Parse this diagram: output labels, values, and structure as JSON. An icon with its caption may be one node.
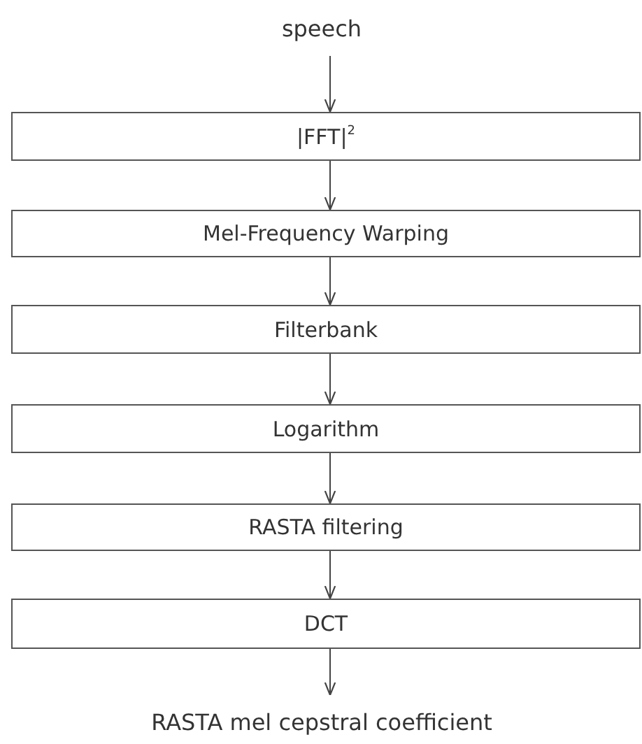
{
  "diagram": {
    "nodes": [
      {
        "text": [
          "speech"
        ]
      },
      {
        "text": [
          "|FFT|$^{2}$"
        ]
      },
      {
        "text": [
          "Mel-Frequency Warping"
        ]
      },
      {
        "text": [
          "Filterbank"
        ]
      },
      {
        "text": [
          "Logarithm"
        ]
      },
      {
        "text": [
          "RASTA filtering"
        ]
      },
      {
        "text": [
          "DCT"
        ]
      },
      {
        "text": [
          "RASTA mel cepstral coefficient"
        ]
      }
    ],
    "edges": [
      {
        "from": 0,
        "to": 1,
        "arrow": "to"
      },
      {
        "from": 1,
        "to": 2,
        "arrow": "to"
      },
      {
        "from": 2,
        "to": 3,
        "arrow": "to"
      },
      {
        "from": 3,
        "to": 4,
        "arrow": "to"
      },
      {
        "from": 4,
        "to": 5,
        "arrow": "to"
      },
      {
        "from": 5,
        "to": 6,
        "arrow": "to"
      },
      {
        "from": 6,
        "to": 7,
        "arrow": "to"
      }
    ]
  }
}
